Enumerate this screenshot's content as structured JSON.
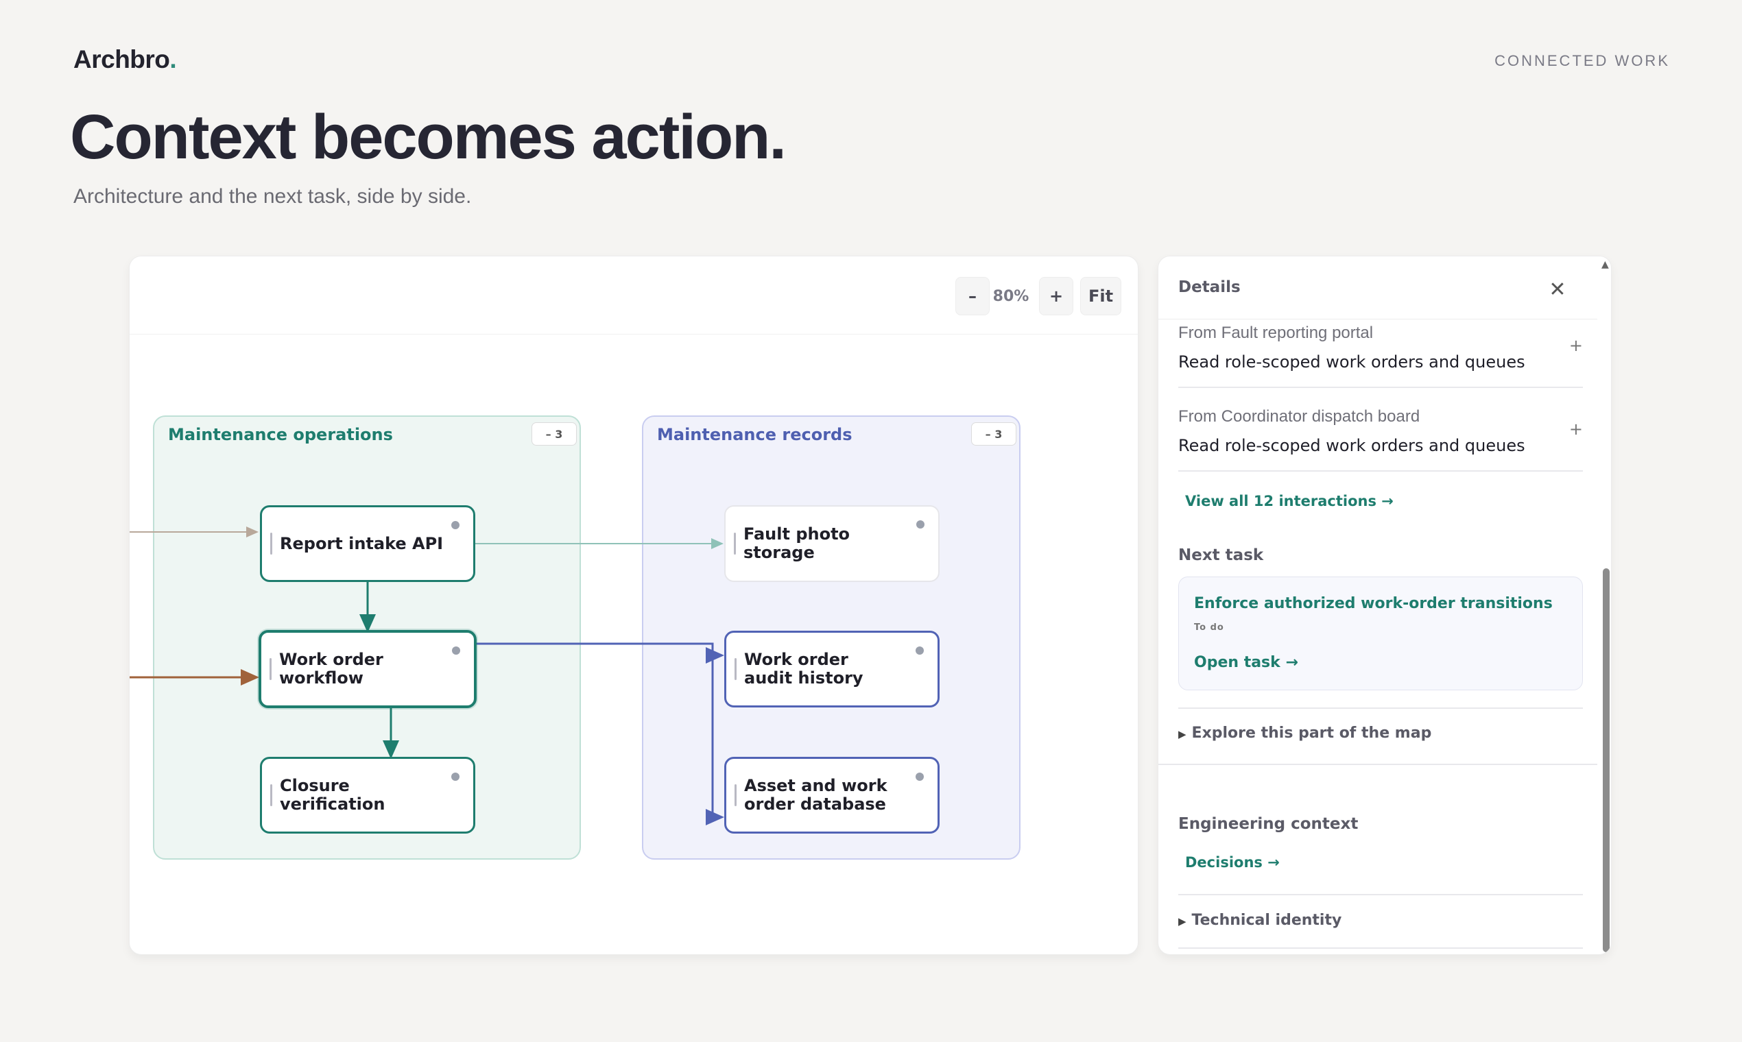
{
  "brand": {
    "name": "Archbro",
    "dot": "."
  },
  "eyebrow": "CONNECTED WORK",
  "headline": "Context becomes action.",
  "subhead": "Architecture and the next task, side by side.",
  "toolbar": {
    "zoom_out": "–",
    "zoom_level": "80%",
    "zoom_in": "+",
    "fit": "Fit"
  },
  "diagram": {
    "groups": [
      {
        "title": "Maintenance operations",
        "collapse": "– 3"
      },
      {
        "title": "Maintenance records",
        "collapse": "– 3"
      }
    ],
    "nodes": {
      "report_intake": "Report intake API",
      "work_order_workflow": "Work order workflow",
      "closure_verification": "Closure verification",
      "fault_photo_storage": "Fault photo storage",
      "work_order_audit": "Work order audit history",
      "asset_database": "Asset and work order database"
    }
  },
  "details": {
    "title": "Details",
    "close": "✕",
    "interactions": [
      {
        "from": "From Fault reporting portal",
        "text": "Read role-scoped work orders and queues",
        "expand": "+"
      },
      {
        "from": "From Coordinator dispatch board",
        "text": "Read role-scoped work orders and queues",
        "expand": "+"
      }
    ],
    "view_all": "View all 12 interactions →",
    "next_task_label": "Next task",
    "task": {
      "title": "Enforce authorized work-order transitions",
      "status": "To do",
      "open": "Open task →"
    },
    "explore": "Explore this part of the map",
    "engineering_label": "Engineering context",
    "decisions": "Decisions →",
    "technical_identity": "Technical identity"
  },
  "colors": {
    "teal": "#1e7d6e",
    "indigo": "#5163b5",
    "incoming_brown": "#a0623a",
    "incoming_tan": "#b8a89a",
    "background": "#f5f4f2"
  }
}
